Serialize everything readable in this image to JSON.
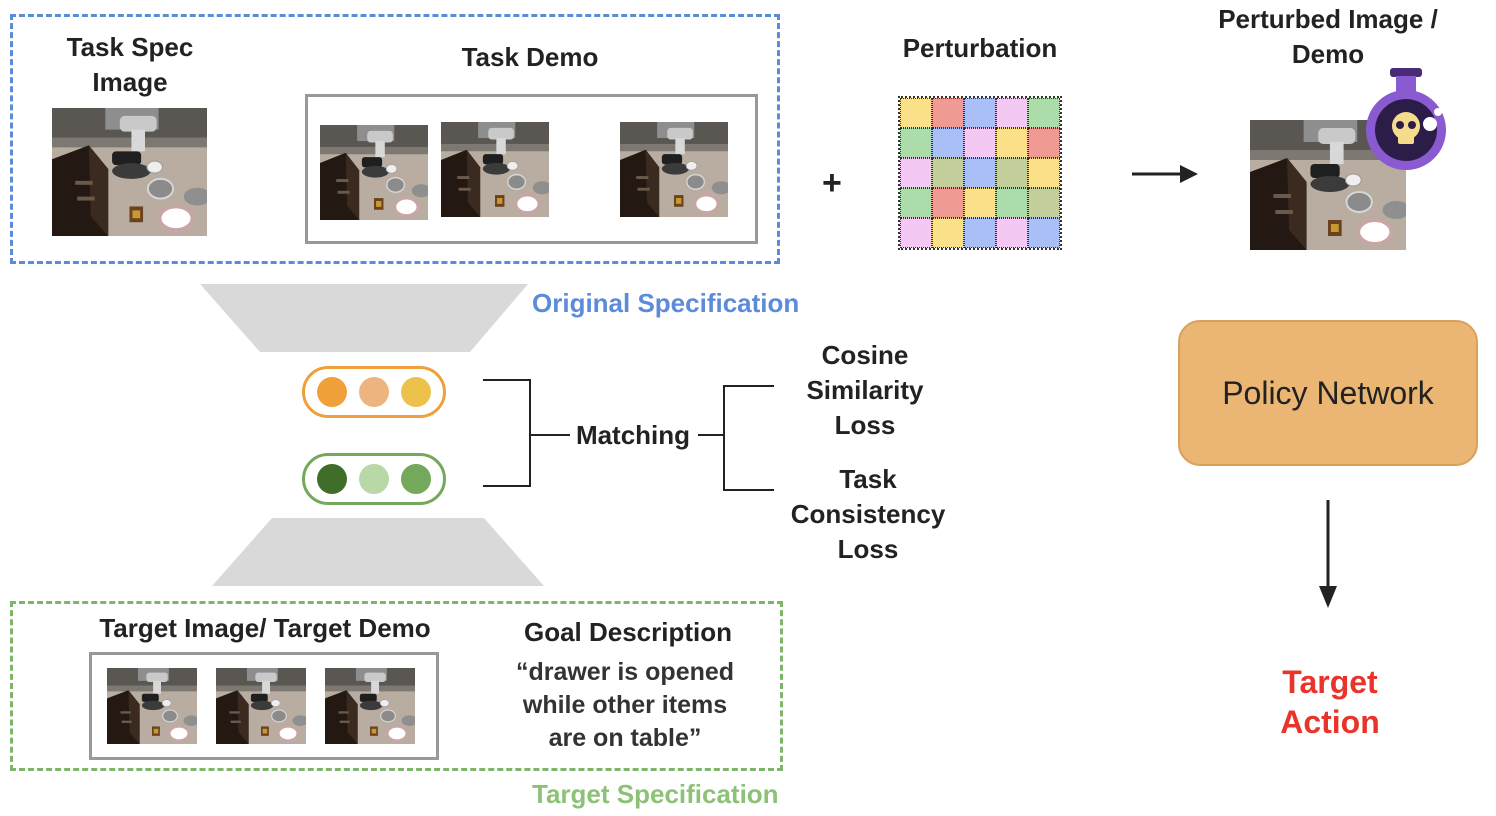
{
  "original_spec": {
    "task_spec_label": "Task Spec\nImage",
    "task_demo_label": "Task Demo",
    "caption": "Original Specification",
    "caption_color": "#5b8bd9"
  },
  "perturbation": {
    "plus_sign": "+",
    "label": "Perturbation",
    "grid_colors": [
      [
        "#fbe08a",
        "#f09a94",
        "#a9bff5",
        "#f3c8f3",
        "#acdcaa"
      ],
      [
        "#acdcaa",
        "#a9bff5",
        "#f3c8f3",
        "#fbe08a",
        "#f09a94"
      ],
      [
        "#f3c8f3",
        "#c3cf9a",
        "#a9bff5",
        "#c3cf9a",
        "#fbe08a"
      ],
      [
        "#acdcaa",
        "#f09a94",
        "#fbe08a",
        "#acdcaa",
        "#c3cf9a"
      ],
      [
        "#f3c8f3",
        "#fbe08a",
        "#a9bff5",
        "#f3c8f3",
        "#a9bff5"
      ]
    ]
  },
  "perturbed": {
    "label": "Perturbed Image /\nDemo",
    "poison_icon": "poison-flask-icon"
  },
  "embeddings": {
    "orange_colors": [
      "#f0a03a",
      "#edb47f",
      "#ecc24a"
    ],
    "green_colors": [
      "#3e6e2a",
      "#b9d8a8",
      "#74a85a"
    ],
    "orange_border": "#f0a03a",
    "green_border": "#74a85a"
  },
  "matching": {
    "label": "Matching",
    "loss_1": "Cosine\nSimilarity\nLoss",
    "loss_2": "Task\nConsistency\nLoss"
  },
  "policy": {
    "label": "Policy Network",
    "fill": "#ebb574"
  },
  "target_action": {
    "label": "Target\nAction",
    "color": "#e8342a"
  },
  "target_spec": {
    "image_label": "Target Image/ Target Demo",
    "goal_label": "Goal Description",
    "goal_text": "“drawer is opened\nwhile other items\nare  on table”",
    "caption": "Target Specification",
    "caption_color": "#8dc177"
  }
}
